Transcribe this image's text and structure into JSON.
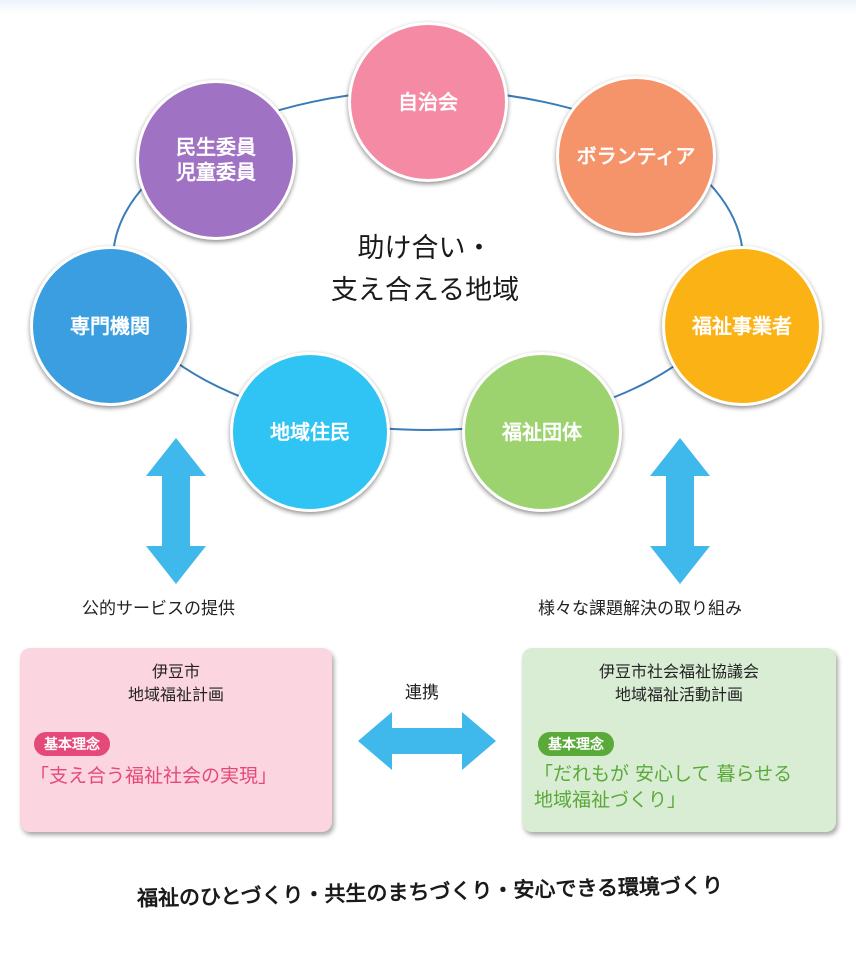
{
  "center": {
    "line1": "助け合い・",
    "line2": "支え合える地域"
  },
  "nodes": [
    {
      "id": "jichikai",
      "lines": [
        "自治会"
      ],
      "color": "#f48aa4"
    },
    {
      "id": "volunteer",
      "lines": [
        "ボランティア"
      ],
      "color": "#f5936a"
    },
    {
      "id": "fukushi-jigyosha",
      "lines": [
        "福祉事業者"
      ],
      "color": "#fbb214"
    },
    {
      "id": "fukushi-dantai",
      "lines": [
        "福祉団体"
      ],
      "color": "#9dd36f"
    },
    {
      "id": "chiiki-jumin",
      "lines": [
        "地域住民"
      ],
      "color": "#2fc4f3"
    },
    {
      "id": "senmon-kikan",
      "lines": [
        "専門機関"
      ],
      "color": "#3a9ee0"
    },
    {
      "id": "minsei-iin",
      "lines": [
        "民生委員",
        "児童委員"
      ],
      "color": "#a072c3"
    }
  ],
  "captions": {
    "left": "公的サービスの提供",
    "right": "様々な課題解決の取り組み"
  },
  "left_box": {
    "title1": "伊豆市",
    "title2": "地域福祉計画",
    "badge": "基本理念",
    "motto1": "「支え合う福祉社会の実現」",
    "bg": "#fbd6e0",
    "accent": "#e5497a"
  },
  "right_box": {
    "title1": "伊豆市社会福祉協議会",
    "title2": "地域福祉活動計画",
    "badge": "基本理念",
    "motto1": "「だれもが 安心して 暮らせる",
    "motto2": "地域福祉づくり」",
    "bg": "#d9ecd4",
    "accent": "#5aaa3a"
  },
  "link_label": "連携",
  "bottom": "福祉のひとづくり・共生のまちづくり・安心できる環境づくり",
  "arrow_color": "#3fb8ec",
  "ring_color": "#3a7bb8"
}
